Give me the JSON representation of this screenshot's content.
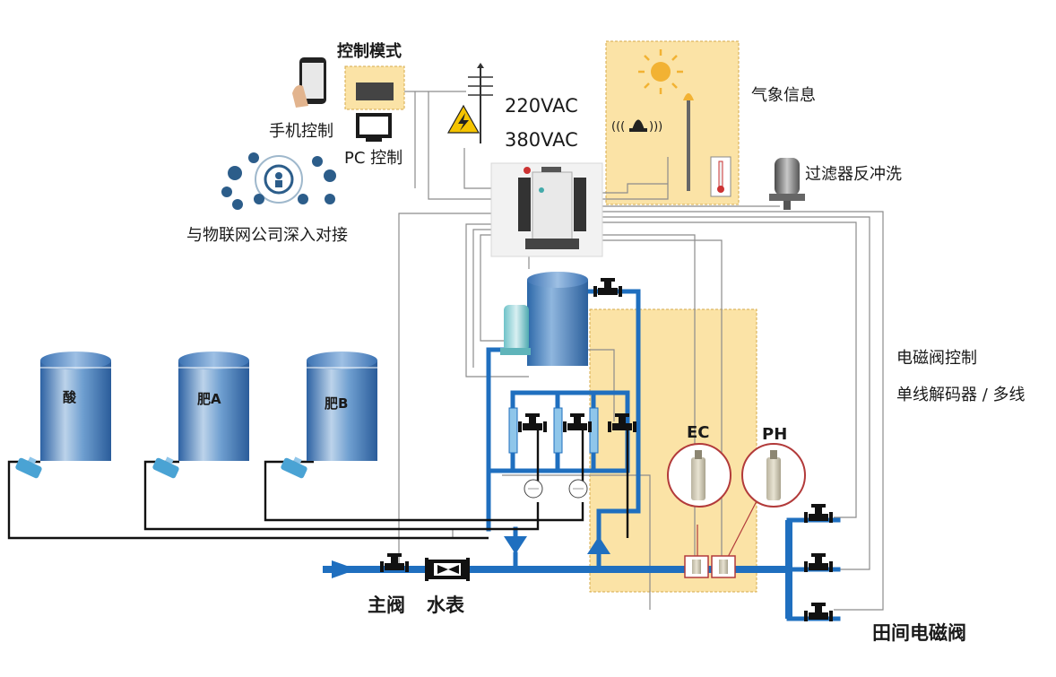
{
  "labels": {
    "control_mode": "控制模式",
    "phone_control": "手机控制",
    "pc_control": "PC 控制",
    "iot": "与物联网公司深入对接",
    "v220": "220VAC",
    "v380": "380VAC",
    "weather": "气象信息",
    "filter": "过滤器反冲洗",
    "valve_ctrl": "电磁阀控制",
    "decoder": "单线解码器 / 多线",
    "main_valve": "主阀",
    "water_meter": "水表",
    "field_valve": "田间电磁阀",
    "ec": "EC",
    "ph": "PH"
  },
  "tanks": [
    {
      "id": "acid",
      "label": "酸"
    },
    {
      "id": "fert-a",
      "label": "肥A"
    },
    {
      "id": "fert-b",
      "label": "肥B"
    }
  ],
  "colors": {
    "pipe": "#1f6fbf",
    "highlight_zone": "#fbe3a6",
    "sensor_ring": "#b23a3a",
    "tank_blue": "#3f7fc0"
  }
}
